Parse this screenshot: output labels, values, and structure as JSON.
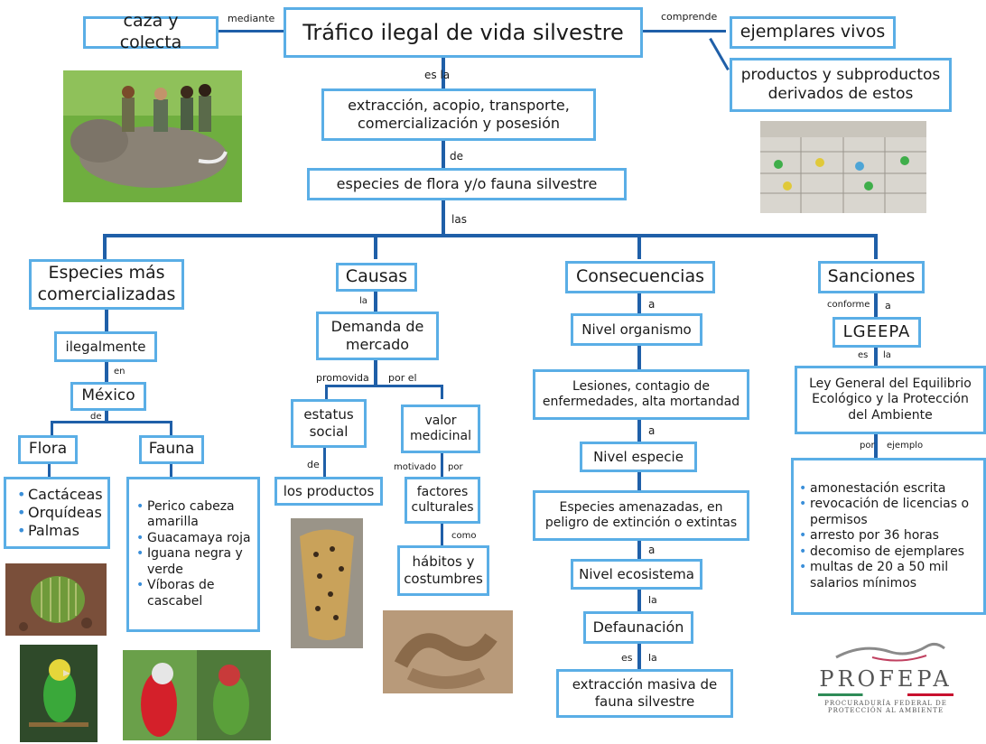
{
  "title": "Tráfico ilegal de vida silvestre",
  "top": {
    "caza": "caza y colecta",
    "mediante": "mediante",
    "comprende": "comprende",
    "ejemplares": "ejemplares vivos",
    "productos": "productos y subproductos derivados de estos",
    "es_la": "es la",
    "extraccion": "extracción, acopio, transporte, comercialización y posesión",
    "de": "de",
    "especies": "especies de flora y/o fauna silvestre",
    "las": "las"
  },
  "comercializadas": {
    "title": "Especies más comercializadas",
    "ilegal": "ilegalmente",
    "en": "en",
    "mexico": "México",
    "de": "de",
    "flora": "Flora",
    "fauna": "Fauna",
    "flora_items": [
      "Cactáceas",
      "Orquídeas",
      "Palmas"
    ],
    "fauna_items": [
      "Perico cabeza amarilla",
      "Guacamaya roja",
      "Iguana negra y verde",
      "Víboras de cascabel"
    ]
  },
  "causas": {
    "title": "Causas",
    "la": "la",
    "demanda": "Demanda de mercado",
    "promovida": "promovida",
    "por_el": "por el",
    "estatus": "estatus social",
    "de": "de",
    "productos": "los productos",
    "valor": "valor medicinal",
    "motivado": "motivado",
    "por": "por",
    "factores": "factores culturales",
    "como": "como",
    "habitos": "hábitos y costumbres"
  },
  "consecuencias": {
    "title": "Consecuencias",
    "a1": "a",
    "organismo": "Nivel organismo",
    "lesiones": "Lesiones, contagio de enfermedades, alta mortandad",
    "a2": "a",
    "especie": "Nivel especie",
    "amenazadas": "Especies amenazadas, en peligro de extinción o extintas",
    "a3": "a",
    "ecosistema": "Nivel ecosistema",
    "la": "la",
    "defaunacion": "Defaunación",
    "es": "es",
    "la2": "la",
    "extraccion_masiva": "extracción masiva de fauna silvestre"
  },
  "sanciones": {
    "title": "Sanciones",
    "conforme": "conforme",
    "a": "a",
    "lgeepa": "LGEEPA",
    "es": "es",
    "la": "la",
    "ley": "Ley General del Equilibrio Ecológico y la Protección del Ambiente",
    "por": "por",
    "ejemplo": "ejemplo",
    "items": [
      "amonestación escrita",
      "revocación de licencias o permisos",
      "arresto por 36 horas",
      "decomiso de ejemplares",
      "multas de 20 a 50 mil salarios mínimos"
    ]
  },
  "logo": {
    "name": "PROFEPA",
    "line1": "PROCURADURÍA FEDERAL DE",
    "line2": "PROTECCIÓN AL AMBIENTE"
  },
  "colors": {
    "box_border": "#5aaee6",
    "line": "#1f5fa8"
  }
}
